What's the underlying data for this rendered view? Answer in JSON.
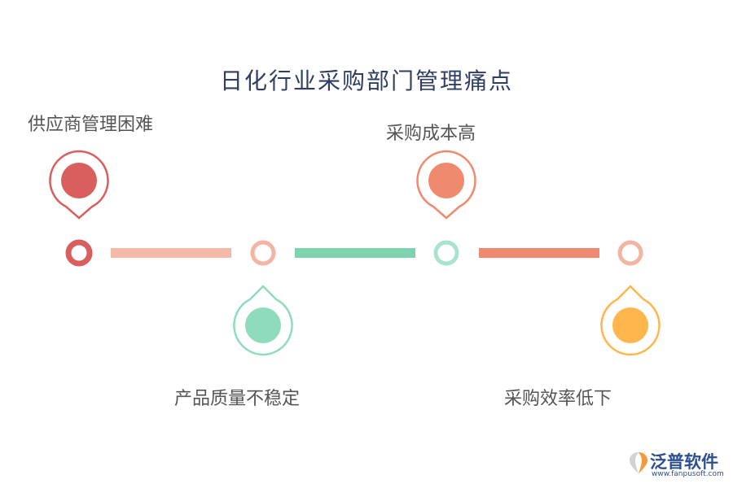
{
  "title": "日化行业采购部门管理痛点",
  "items": [
    {
      "label": "供应商管理困难",
      "color": "#d95f5f",
      "ring": "#d95f5f",
      "position": "top"
    },
    {
      "label": "产品质量不稳定",
      "color": "#8fdcbd",
      "ring": "#f2b5a3",
      "position": "bottom"
    },
    {
      "label": "采购成本高",
      "color": "#ef8a6f",
      "ring": "#a9e3cc",
      "position": "top"
    },
    {
      "label": "采购效率低下",
      "color": "#ffb74d",
      "ring": "#f2b5a3",
      "position": "bottom"
    }
  ],
  "connectors": [
    {
      "color": "#f4b9a9"
    },
    {
      "color": "#7fd4b0"
    },
    {
      "color": "#ef8a70"
    }
  ],
  "logo": {
    "name": "泛普软件",
    "url": "www.fanpusoft.com",
    "pin_colors": [
      "#d2d2d2",
      "#f29a3d"
    ]
  }
}
